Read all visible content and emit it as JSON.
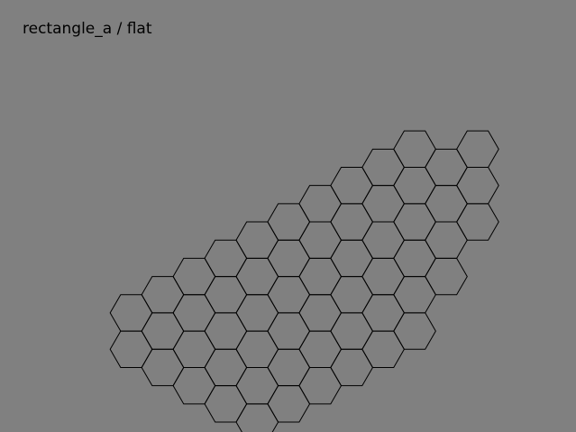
{
  "title": "rectangle_a / flat",
  "colors": {
    "background": "#808080",
    "stroke": "#000000"
  },
  "grid": {
    "orientation": "flat",
    "columns": [
      {
        "q": 0,
        "r_from": 4,
        "r_to": 5
      },
      {
        "q": 1,
        "r_from": 3,
        "r_to": 5
      },
      {
        "q": 2,
        "r_from": 2,
        "r_to": 5
      },
      {
        "q": 3,
        "r_from": 1,
        "r_to": 5
      },
      {
        "q": 4,
        "r_from": 0,
        "r_to": 5
      },
      {
        "q": 5,
        "r_from": -1,
        "r_to": 4
      },
      {
        "q": 6,
        "r_from": -2,
        "r_to": 3
      },
      {
        "q": 7,
        "r_from": -3,
        "r_to": 2
      },
      {
        "q": 8,
        "r_from": -4,
        "r_to": 1
      },
      {
        "q": 9,
        "r_from": -5,
        "r_to": 0
      },
      {
        "q": 10,
        "r_from": -5,
        "r_to": -2
      },
      {
        "q": 11,
        "r_from": -6,
        "r_to": -4
      }
    ]
  }
}
